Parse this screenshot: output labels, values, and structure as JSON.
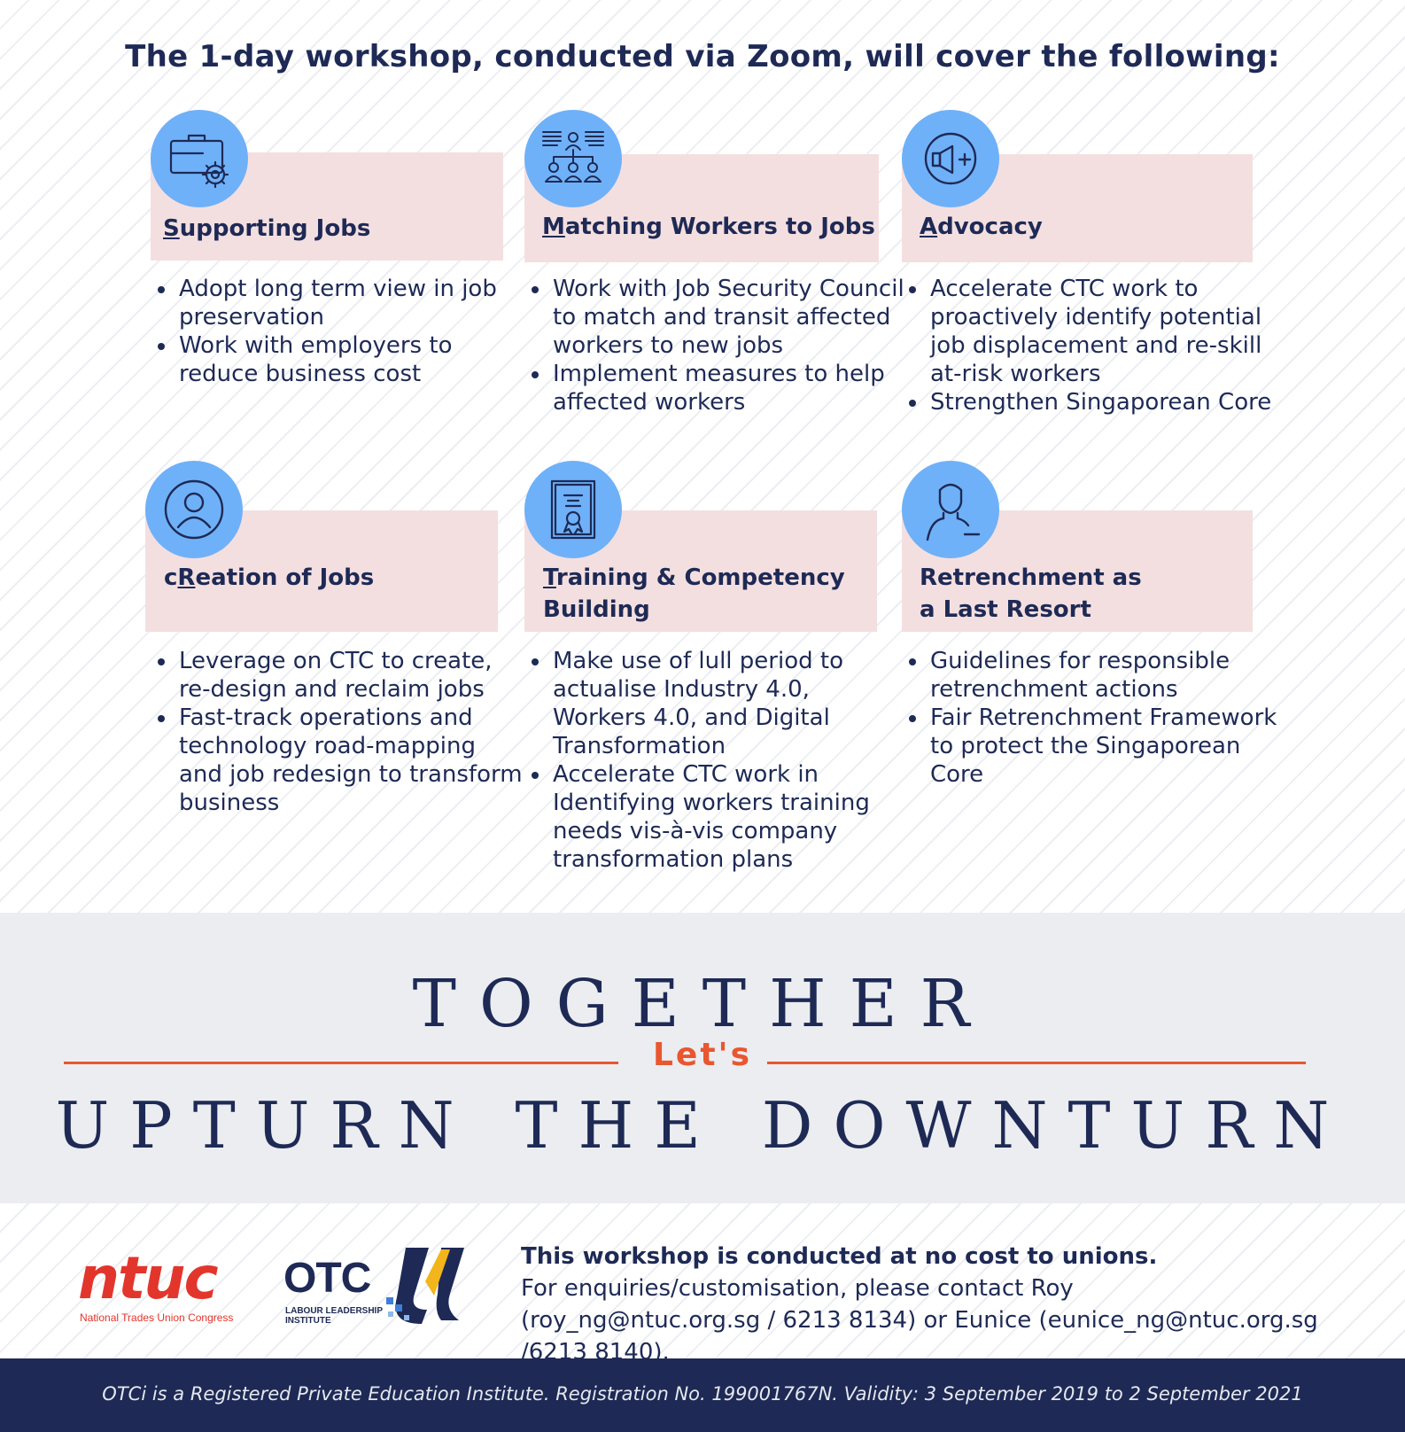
{
  "title": "The 1-day workshop, conducted via Zoom, will cover the following:",
  "cards": [
    {
      "icon": "briefcase-gear-icon",
      "first_letter": "S",
      "heading_rest": "upporting Jobs",
      "bullets": [
        "Adopt long term view in job preservation",
        "Work with employers to reduce business cost"
      ]
    },
    {
      "icon": "org-chart-icon",
      "first_letter": "M",
      "heading_rest": "atching Workers to Jobs",
      "bullets": [
        "Work with Job Security Council to match and transit affected workers to new jobs",
        "Implement measures to help affected workers"
      ]
    },
    {
      "icon": "megaphone-icon",
      "first_letter": "A",
      "heading_rest": "dvocacy",
      "bullets": [
        "Accelerate CTC work to proactively identify potential job displacement and re-skill at-risk workers",
        "Strengthen Singaporean Core"
      ]
    },
    {
      "icon": "user-circle-icon",
      "heading_pre": "c",
      "first_letter": "R",
      "heading_rest": "eation of Jobs",
      "bullets": [
        "Leverage on CTC to create, re-design and reclaim jobs",
        "Fast-track operations and technology road-mapping and job redesign to transform business"
      ]
    },
    {
      "icon": "certificate-icon",
      "first_letter": "T",
      "heading_rest": "raining & Competency Building",
      "bullets": [
        "Make use of lull period to actualise Industry 4.0, Workers 4.0, and Digital Transformation",
        "Accelerate CTC work in Identifying workers training needs vis-à-vis company transformation plans"
      ]
    },
    {
      "icon": "person-minus-icon",
      "heading": "Retrenchment as a Last Resort",
      "bullets": [
        "Guidelines for responsible retrenchment actions",
        "Fair Retrenchment Framework to protect the Singaporean Core"
      ]
    }
  ],
  "banner": {
    "together": "TOGETHER",
    "lets": "Let's",
    "upturn": "UPTURN THE DOWNTURN"
  },
  "logos": {
    "ntuc": "ntuc",
    "ntuc_tagline": "National Trades Union Congress",
    "otc": "OTC",
    "otc_sub": "LABOUR LEADERSHIP INSTITUTE"
  },
  "contact": {
    "line1": "This workshop is conducted at no cost to unions.",
    "line2": "For enquiries/customisation, please contact Roy (roy_ng@ntuc.org.sg / 6213 8134) or Eunice (eunice_ng@ntuc.org.sg /6213 8140)."
  },
  "footer": "OTCi is a Registered Private Education Institute. Registration No. 199001767N. Validity: 3 September 2019 to 2 September 2021",
  "colors": {
    "navy": "#1e2a55",
    "band_pink": "#f4dfe0",
    "icon_blue": "#6fb1f8",
    "accent_orange": "#e9562f",
    "ntuc_red": "#e2362c",
    "banner_grey": "#ebedf0"
  }
}
